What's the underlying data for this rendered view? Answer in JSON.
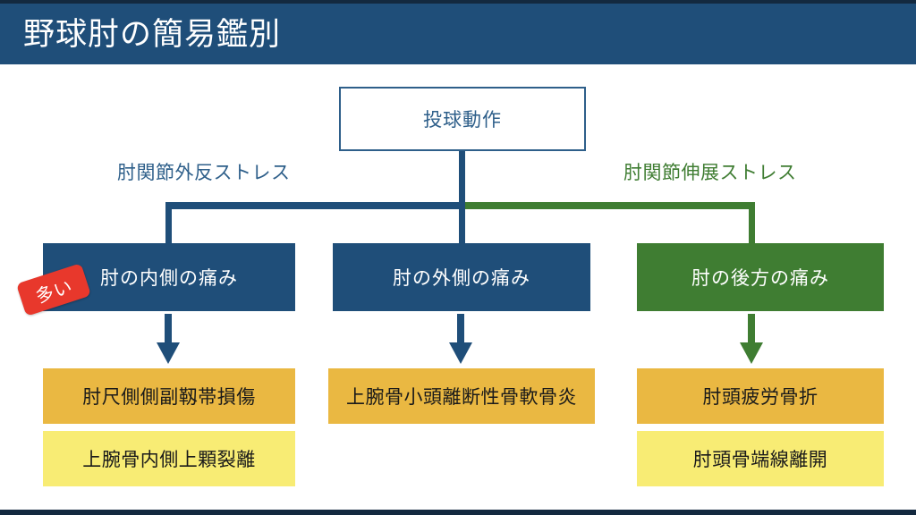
{
  "header": {
    "title": "野球肘の簡易鑑別",
    "banner_color": "#1f4e79",
    "title_color": "#ffffff"
  },
  "diagram": {
    "root": {
      "label": "投球動作",
      "border_color": "#2e5f8a",
      "text_color": "#2e5f8a",
      "fill": "#ffffff"
    },
    "badge": {
      "label": "多い",
      "color": "#e8382c",
      "text_color": "#ffffff"
    },
    "branches": [
      {
        "stress_label": "肘関節外反ストレス",
        "stress_color": "#2e5f8a",
        "connector_color": "#1f4e79"
      },
      {
        "stress_label": "肘関節伸展ストレス",
        "stress_color": "#3f7d32",
        "connector_color": "#3f7d32"
      }
    ],
    "conditions": [
      {
        "label": "肘の内側の痛み",
        "fill": "#1f4e79",
        "text_color": "#ffffff",
        "arrow_color": "#1f4e79",
        "diagnoses": [
          {
            "label": "肘尺側側副靱帯損傷",
            "fill": "#eab842",
            "text_color": "#1a1a1a"
          },
          {
            "label": "上腕骨内側上顆裂離",
            "fill": "#f8ec74",
            "text_color": "#1a1a1a"
          }
        ]
      },
      {
        "label": "肘の外側の痛み",
        "fill": "#1f4e79",
        "text_color": "#ffffff",
        "arrow_color": "#1f4e79",
        "diagnoses": [
          {
            "label": "上腕骨小頭離断性骨軟骨炎",
            "fill": "#eab842",
            "text_color": "#1a1a1a"
          }
        ]
      },
      {
        "label": "肘の後方の痛み",
        "fill": "#3f7d32",
        "text_color": "#ffffff",
        "arrow_color": "#3f7d32",
        "diagnoses": [
          {
            "label": "肘頭疲労骨折",
            "fill": "#eab842",
            "text_color": "#1a1a1a"
          },
          {
            "label": "肘頭骨端線離開",
            "fill": "#f8ec74",
            "text_color": "#1a1a1a"
          }
        ]
      }
    ]
  }
}
